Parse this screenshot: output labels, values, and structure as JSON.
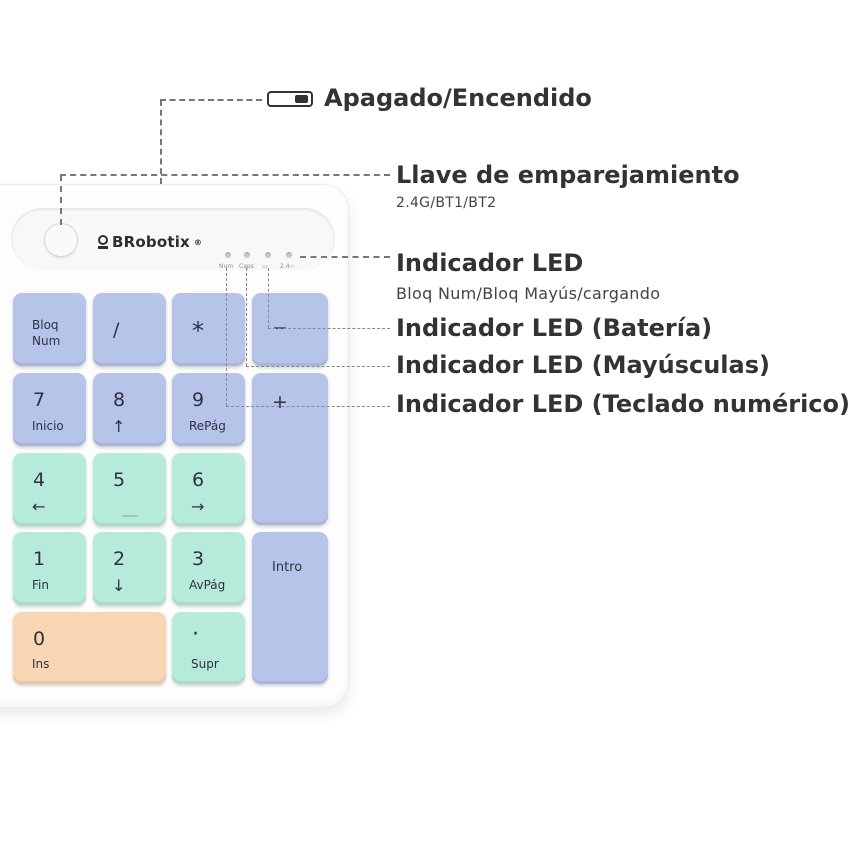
{
  "brand": {
    "name": "BRobotix",
    "mark": "®"
  },
  "leds": [
    {
      "label": "Num"
    },
    {
      "label": "Caps"
    },
    {
      "label": "▭"
    },
    {
      "label": "2.4~"
    }
  ],
  "callouts": {
    "power": {
      "title": "Apagado/Encendido"
    },
    "pairing": {
      "title": "Llave de emparejamiento",
      "subtitle": "2.4G/BT1/BT2"
    },
    "led": {
      "title": "Indicador LED",
      "subtitle": "Bloq Num/Bloq Mayús/cargando"
    },
    "battery": {
      "title": "Indicador LED (Batería)"
    },
    "caps": {
      "title": "Indicador LED (Mayúsculas)"
    },
    "numlock": {
      "title": "Indicador LED (Teclado numérico)"
    }
  },
  "keys": {
    "numlock": {
      "line1": "Bloq",
      "line2": "Num"
    },
    "slash": {
      "main": "/"
    },
    "asterisk": {
      "main": "*"
    },
    "minus": {
      "main": "−"
    },
    "k7": {
      "main": "7",
      "sub": "Inicio"
    },
    "k8": {
      "main": "8",
      "sub": "↑"
    },
    "k9": {
      "main": "9",
      "sub": "RePág"
    },
    "plus": {
      "main": "+"
    },
    "k4": {
      "main": "4",
      "sub": "←"
    },
    "k5": {
      "main": "5"
    },
    "k6": {
      "main": "6",
      "sub": "→"
    },
    "k1": {
      "main": "1",
      "sub": "Fin"
    },
    "k2": {
      "main": "2",
      "sub": "↓"
    },
    "k3": {
      "main": "3",
      "sub": "AvPág"
    },
    "enter": {
      "main": "Intro"
    },
    "k0": {
      "main": "0",
      "sub": "Ins"
    },
    "dot": {
      "main": "·",
      "sub": "Supr"
    }
  },
  "colors": {
    "blue_key": "#b6c4ea",
    "mint_key": "#b6ebdb",
    "peach_key": "#f9d6b3"
  }
}
